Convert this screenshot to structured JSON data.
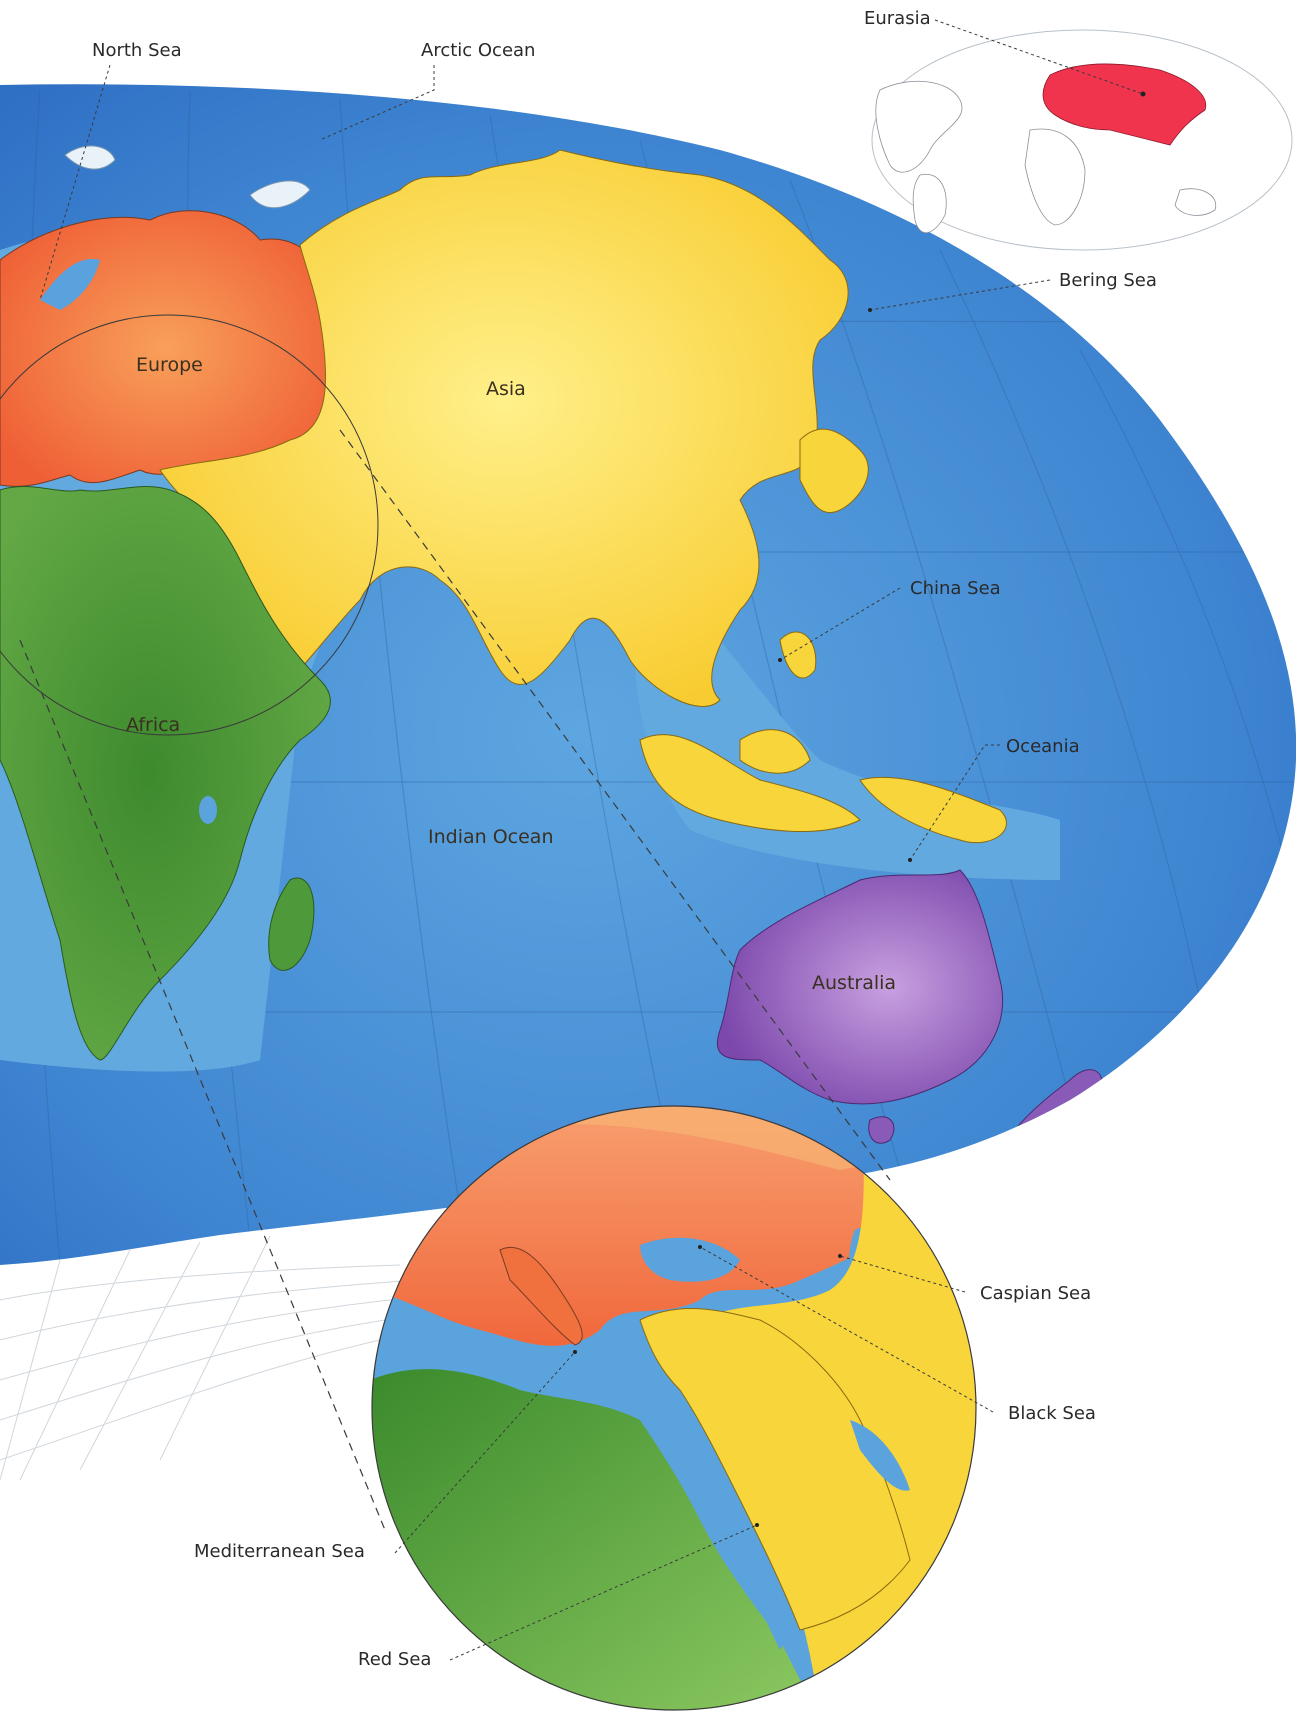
{
  "labels": {
    "north_sea": "North Sea",
    "arctic_ocean": "Arctic Ocean",
    "eurasia": "Eurasia",
    "bering_sea": "Bering Sea",
    "europe": "Europe",
    "asia": "Asia",
    "china_sea": "China Sea",
    "africa": "Africa",
    "oceania": "Oceania",
    "indian_ocean": "Indian Ocean",
    "australia": "Australia",
    "caspian_sea": "Caspian Sea",
    "black_sea": "Black Sea",
    "mediterranean_sea": "Mediterranean Sea",
    "red_sea": "Red Sea"
  },
  "colors": {
    "ocean_deep": "#2f6fc4",
    "ocean_shallow": "#5ba3dd",
    "europe": "#f0703e",
    "asia": "#f8d53a",
    "africa": "#4e9a3a",
    "australia": "#8a5ab8",
    "eurasia_highlight": "#f0344e",
    "ice": "#e8f2f8"
  }
}
